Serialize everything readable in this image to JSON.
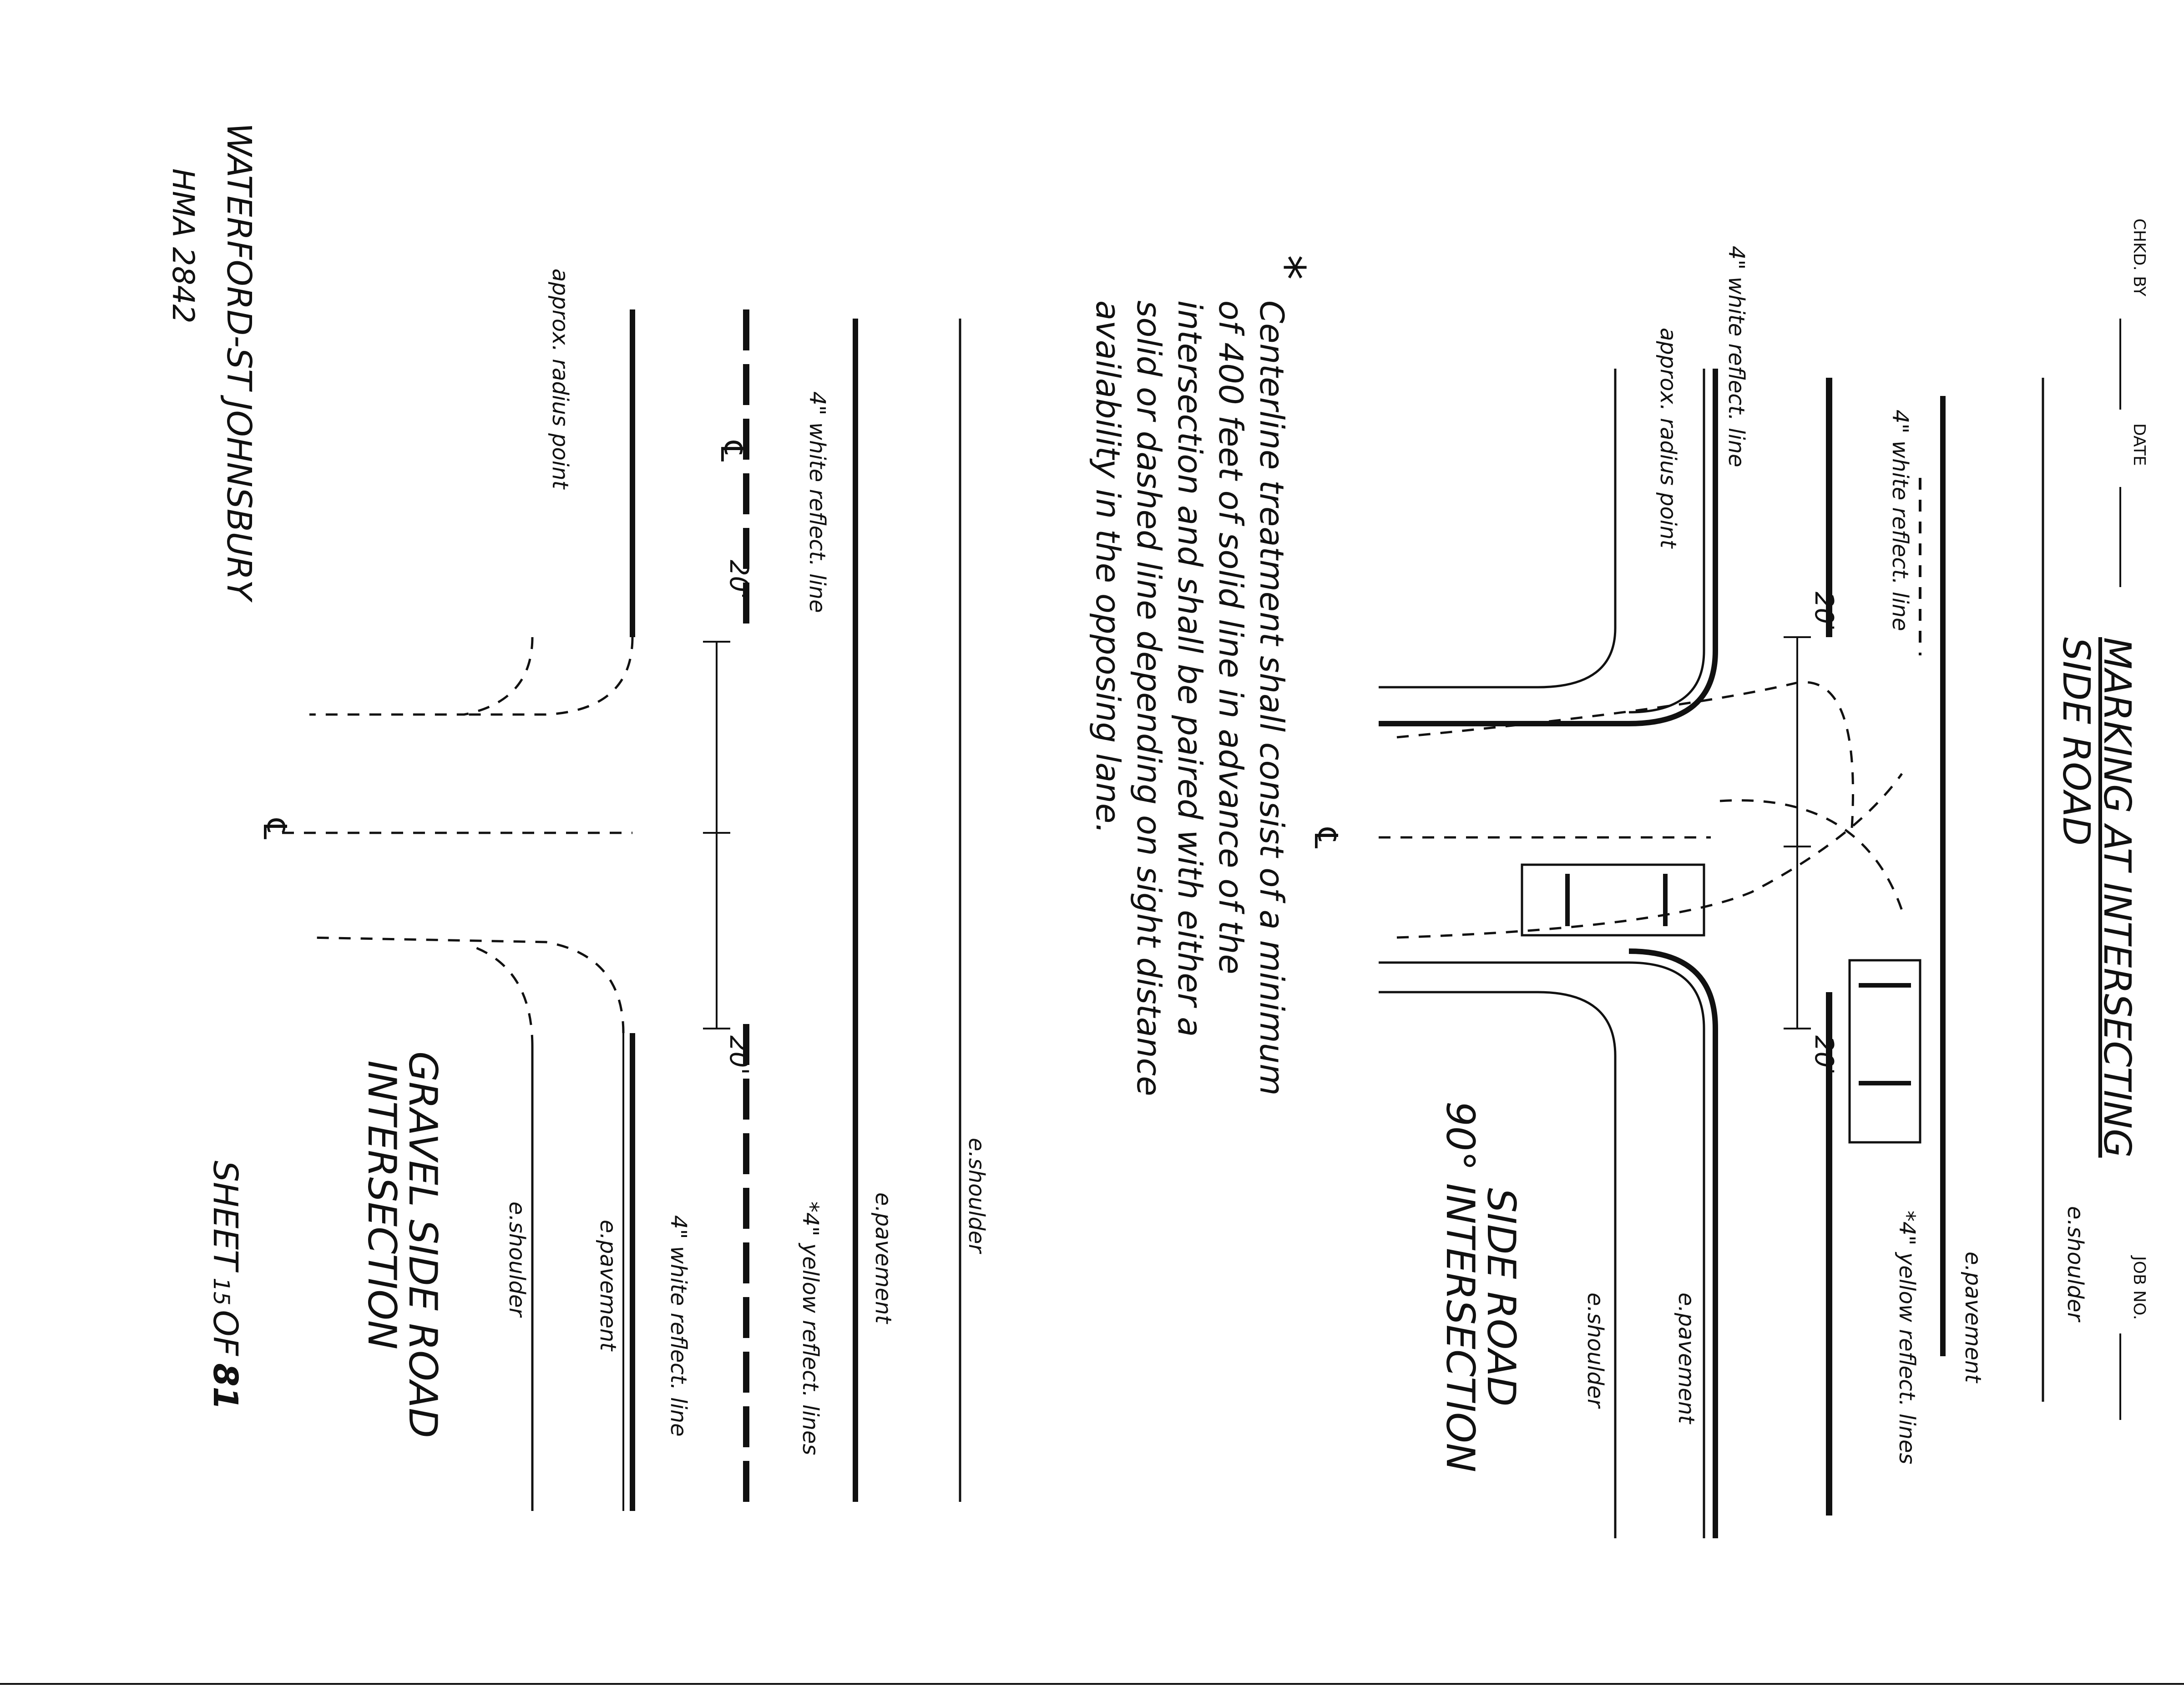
{
  "title_block": {
    "chkd_by": "CHKD. BY",
    "date": "DATE",
    "job_no": "JOB NO.",
    "title_line1": "MARKING AT INTERSECTING",
    "title_line2": "SIDE ROAD"
  },
  "upper_diagram": {
    "labels": {
      "white_reflect_line_top": "4\" white reflect. line",
      "white_reflect_line_side": "4\" white reflect. line",
      "approx_radius_point": "approx. radius point",
      "dim_left": "20'",
      "dim_right": "20'",
      "e_shoulder_top": "e.shoulder",
      "e_pavement_top": "e.pavement",
      "yellow_lines": "*4\" yellow reflect. lines",
      "e_pavement_bottom": "e.pavement",
      "e_shoulder_bottom": "e.shoulder",
      "centerline": "℄"
    },
    "caption_line1": "SIDE ROAD",
    "caption_line2": "90° INTERSECTION"
  },
  "note": {
    "star": "*",
    "lines": [
      "Centerline treatment shall consist of a minimum",
      "of 400 feet of solid line in advance of the",
      "intersection and shall be paired with either a",
      "solid or dashed line depending on sight distance",
      "availability in the opposing lane."
    ]
  },
  "lower_diagram": {
    "labels": {
      "white_reflect_line": "4\" white reflect. line",
      "approx_radius_point": "approx. radius point",
      "dim_left": "20'",
      "dim_right": "20'",
      "e_shoulder_top": "e.shoulder",
      "e_pavement_top": "e.pavement",
      "yellow_lines": "*4\" yellow reflect. lines",
      "white_reflect_line_bottom": "4\" white reflect. line",
      "e_pavement_bottom": "e.pavement",
      "e_shoulder_bottom": "e.shoulder",
      "centerline_top": "℄",
      "centerline_side": "℄"
    },
    "caption_line1": "GRAVEL SIDE ROAD",
    "caption_line2": "INTERSECTION"
  },
  "footer": {
    "project": "WATERFORD-ST JOHNSBURY",
    "hma": "HMA 2842",
    "sheet_prefix": "SHEET",
    "sheet_number": "15",
    "sheet_of": "OF",
    "sheet_total": "81"
  }
}
